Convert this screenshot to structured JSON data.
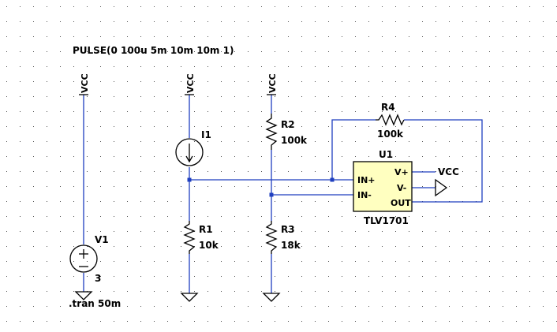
{
  "directive": {
    "pulse": "PULSE(0 100u 5m 10m 10m 1)",
    "tran": ".tran 50m"
  },
  "supplies": {
    "vcc1": "VCC",
    "vcc2": "VCC",
    "vcc3": "VCC",
    "vcc_out": "VCC"
  },
  "components": {
    "V1": {
      "name": "V1",
      "value": "3"
    },
    "I1": {
      "name": "I1"
    },
    "R1": {
      "name": "R1",
      "value": "10k"
    },
    "R2": {
      "name": "R2",
      "value": "100k"
    },
    "R3": {
      "name": "R3",
      "value": "18k"
    },
    "R4": {
      "name": "R4",
      "value": "100k"
    },
    "U1": {
      "name": "U1",
      "part": "TLV1701",
      "pins": {
        "in_plus": "IN+",
        "in_minus": "IN-",
        "v_plus": "V+",
        "v_minus": "V-",
        "out": "OUT"
      }
    }
  },
  "colors": {
    "wire": "#1f3fbf",
    "component": "#000000",
    "comparator_fill": "#ffffc0",
    "grid_dot": "#555555"
  }
}
